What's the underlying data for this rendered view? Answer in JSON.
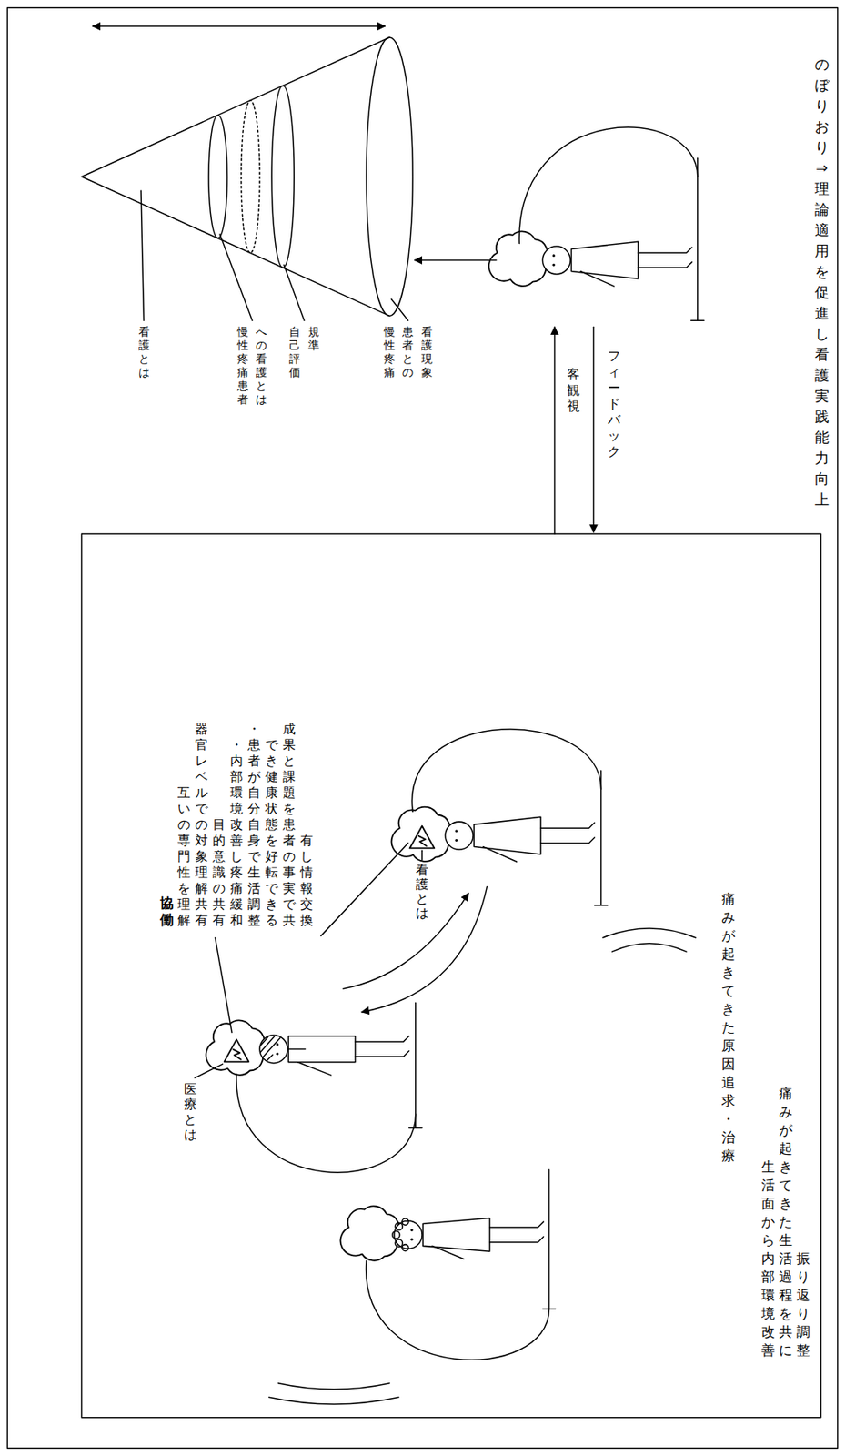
{
  "diagram": {
    "labels": [
      "のぼりおり⇒理論適用を促進し看護実践能力向上",
      "看護とは",
      "慢性疼痛患者 への看護とは",
      "自己評価 規準",
      "慢性疼痛 患者との 看護現象",
      "客観視",
      "フィードバック",
      "協働",
      "互いの専門性を理解 器官レベルでの対象理解共有 目的意識の共有 ・内部環境改善し疼痛緩和 ・患者が自分自身で生活調整 でき健康状態を好転できる 成果と課題を患者の事実で共 有し情報交換",
      "医療とは",
      "看護とは",
      "痛みが起きてきた原因追求・治療",
      "生活面から内部環境改善 痛みが起きてきた生活過程を共に 振り返り調整"
    ]
  }
}
